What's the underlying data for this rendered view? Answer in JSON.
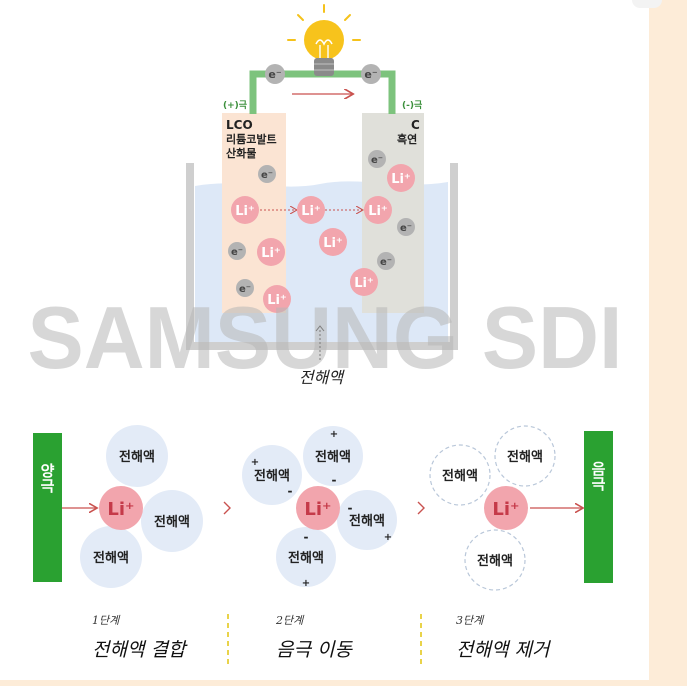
{
  "top": {
    "electron": "e⁻",
    "lithium": "Li⁺",
    "anode_plus": "(+)극",
    "cathode_minus": "(-)극",
    "lco_line1": "LCO",
    "lco_line2": "리튬코발트",
    "lco_line3": "산화물",
    "c_line1": "C",
    "c_line2": "흑연",
    "electrolyte_label": "전해액"
  },
  "watermark": "SAMSUNG SDI",
  "bottom": {
    "left_electrode": "양극",
    "right_electrode": "음극",
    "electrolyte": "전해액",
    "lithium": "Li⁺",
    "plus": "+",
    "minus": "-",
    "steps": [
      {
        "num": "1단계",
        "title": "전해액 결합"
      },
      {
        "num": "2단계",
        "title": "음극 이동"
      },
      {
        "num": "3단계",
        "title": "전해액 제거"
      }
    ]
  },
  "colors": {
    "wire": "#7dc37d",
    "bulb": "#f5c21b",
    "ion": "#f2a5ad",
    "ion_text": "#c53a49",
    "electron": "#b3b3b3",
    "electrode_left": "#fbe4d3",
    "electrode_right": "#e0e0da",
    "electrolyte": "#dde8f7",
    "container": "#cfcfcf",
    "green_bar": "#2aa131",
    "arrow": "#c9524f",
    "bubble": "#e3ebf7",
    "step_divider": "#e9d34a"
  }
}
